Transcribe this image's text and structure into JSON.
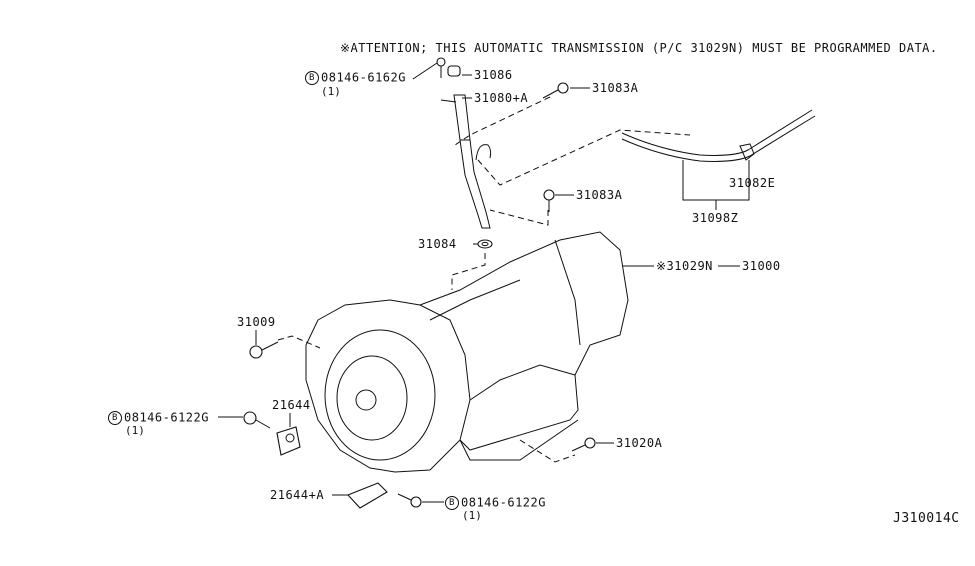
{
  "diagram": {
    "attention_note": "※ATTENTION; THIS AUTOMATIC TRANSMISSION (P/C  31029N) MUST BE PROGRAMMED DATA.",
    "diagram_code": "J310014C",
    "bolt_marker": "B",
    "parts": [
      {
        "id": "31086",
        "label": "31086"
      },
      {
        "id": "31080A",
        "label": "31080+A"
      },
      {
        "id": "31083A_top",
        "label": "31083A"
      },
      {
        "id": "31083A_mid",
        "label": "31083A"
      },
      {
        "id": "31082E",
        "label": "31082E"
      },
      {
        "id": "31098Z",
        "label": "31098Z"
      },
      {
        "id": "31084",
        "label": "31084"
      },
      {
        "id": "31029N",
        "label": "※31029N"
      },
      {
        "id": "31000",
        "label": "31000"
      },
      {
        "id": "31009",
        "label": "31009"
      },
      {
        "id": "21644",
        "label": "21644"
      },
      {
        "id": "31020A",
        "label": "31020A"
      },
      {
        "id": "21644A",
        "label": "21644+A"
      }
    ],
    "bolts": [
      {
        "part_no": "08146-6162G",
        "qty": "(1)"
      },
      {
        "part_no": "08146-6122G",
        "qty": "(1)"
      },
      {
        "part_no": "08146-6122G",
        "qty": "(1)"
      }
    ]
  }
}
